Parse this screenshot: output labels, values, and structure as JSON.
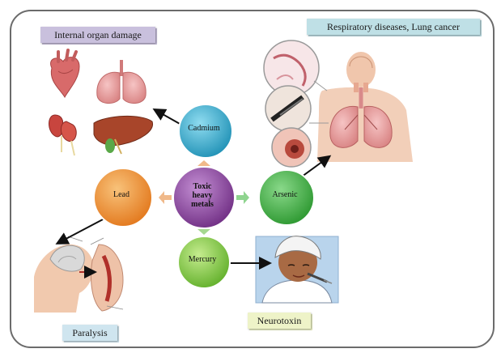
{
  "hub": {
    "line1": "Toxic",
    "line2": "heavy",
    "line3": "metals"
  },
  "metals": {
    "cadmium": "Cadmium",
    "lead": "Lead",
    "arsenic": "Arsenic",
    "mercury": "Mercury"
  },
  "effects": {
    "cadmium": "Internal organ damage",
    "arsenic": "Respiratory diseases, Lung cancer",
    "lead": "Paralysis",
    "mercury": "Neurotoxin"
  },
  "colors": {
    "hub": "#8a3f9c",
    "cadmium": "#2aa9cf",
    "lead": "#ef8b22",
    "arsenic": "#3fae3f",
    "mercury": "#7ac63c",
    "label_organ": "#c9c0dd",
    "label_resp": "#bfe0e6",
    "label_paralysis": "#cfe5ef",
    "label_neuro": "#eef3c8"
  }
}
